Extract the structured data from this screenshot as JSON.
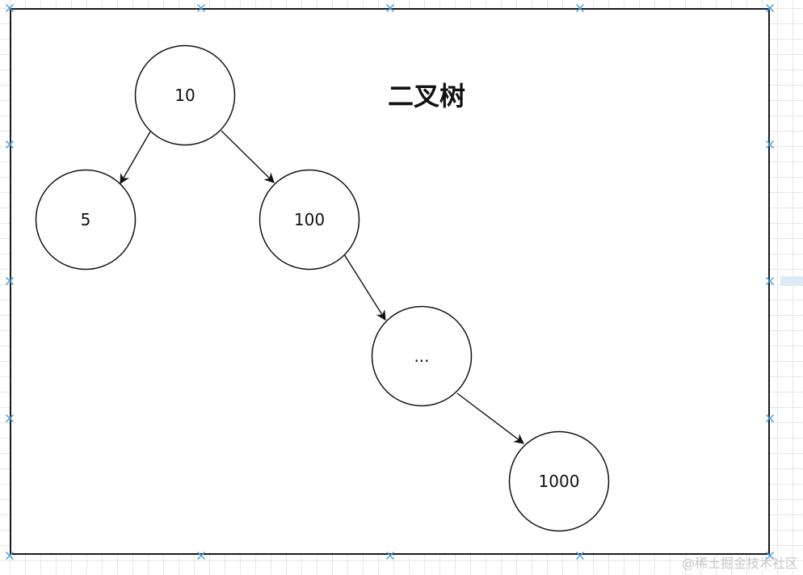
{
  "title": "二叉树",
  "nodes": [
    {
      "id": "n10",
      "label": "10"
    },
    {
      "id": "n5",
      "label": "5"
    },
    {
      "id": "n100",
      "label": "100"
    },
    {
      "id": "nEllipsis",
      "label": "..."
    },
    {
      "id": "n1000",
      "label": "1000"
    }
  ],
  "edges": [
    {
      "from": "n10",
      "to": "n5"
    },
    {
      "from": "n10",
      "to": "n100"
    },
    {
      "from": "n100",
      "to": "nEllipsis"
    },
    {
      "from": "nEllipsis",
      "to": "n1000"
    }
  ],
  "watermark": "@稀土掘金技术社区",
  "colors": {
    "stroke": "#111111",
    "handle": "#4a9ee0",
    "grid": "#e7e7e7"
  }
}
